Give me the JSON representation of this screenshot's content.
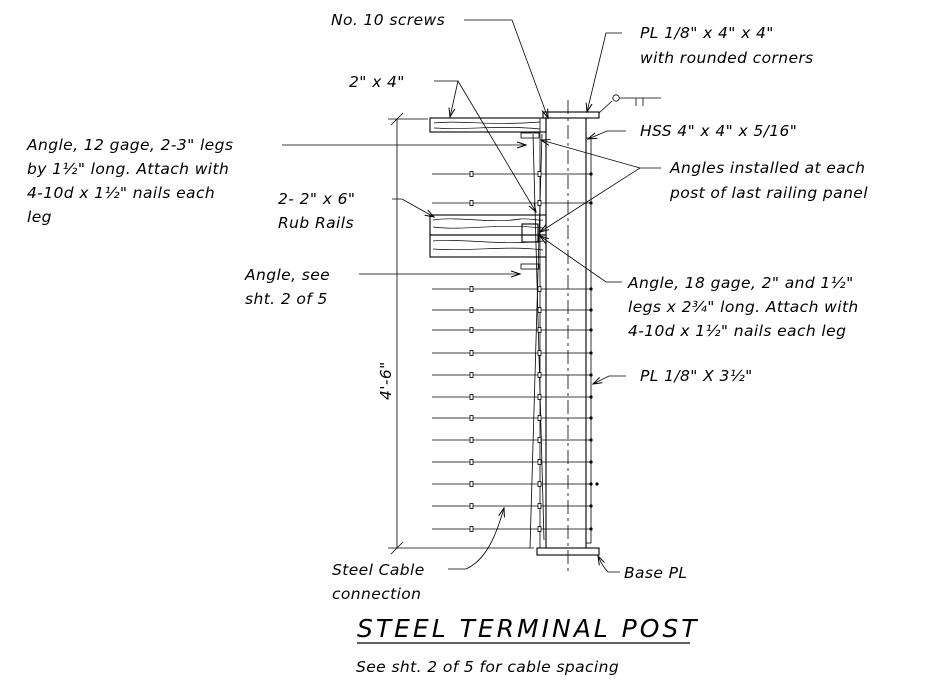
{
  "title": "STEEL TERMINAL POST",
  "subtitle": "See sht. 2 of 5 for cable spacing",
  "labels": {
    "screws": "No. 10 screws",
    "plate_top_1": "PL 1/8\" x 4\" x 4\"",
    "plate_top_2": "with rounded corners",
    "two_by_four": "2\" x 4\"",
    "hss": "HSS 4\" x 4\" x 5/16\"",
    "angle12_1": "Angle, 12 gage, 2-3\" legs",
    "angle12_2": "by 1½\" long. Attach with",
    "angle12_3": "4-10d x 1½\" nails each",
    "angle12_4": "leg",
    "angles_installed_1": "Angles installed at each",
    "angles_installed_2": "post of last railing panel",
    "rub_rails_1": "2- 2\" x 6\"",
    "rub_rails_2": "Rub Rails",
    "angle_see_1": "Angle, see",
    "angle_see_2": "sht. 2 of 5",
    "angle18_1": "Angle, 18 gage, 2\" and 1½\"",
    "angle18_2": "legs x 2¾\" long. Attach with",
    "angle18_3": "4-10d x 1½\" nails each leg",
    "height": "4'-6\"",
    "plate_side": "PL 1/8\" X 3½\"",
    "cable_1": "Steel Cable",
    "cable_2": "connection",
    "base_plate": "Base PL"
  }
}
